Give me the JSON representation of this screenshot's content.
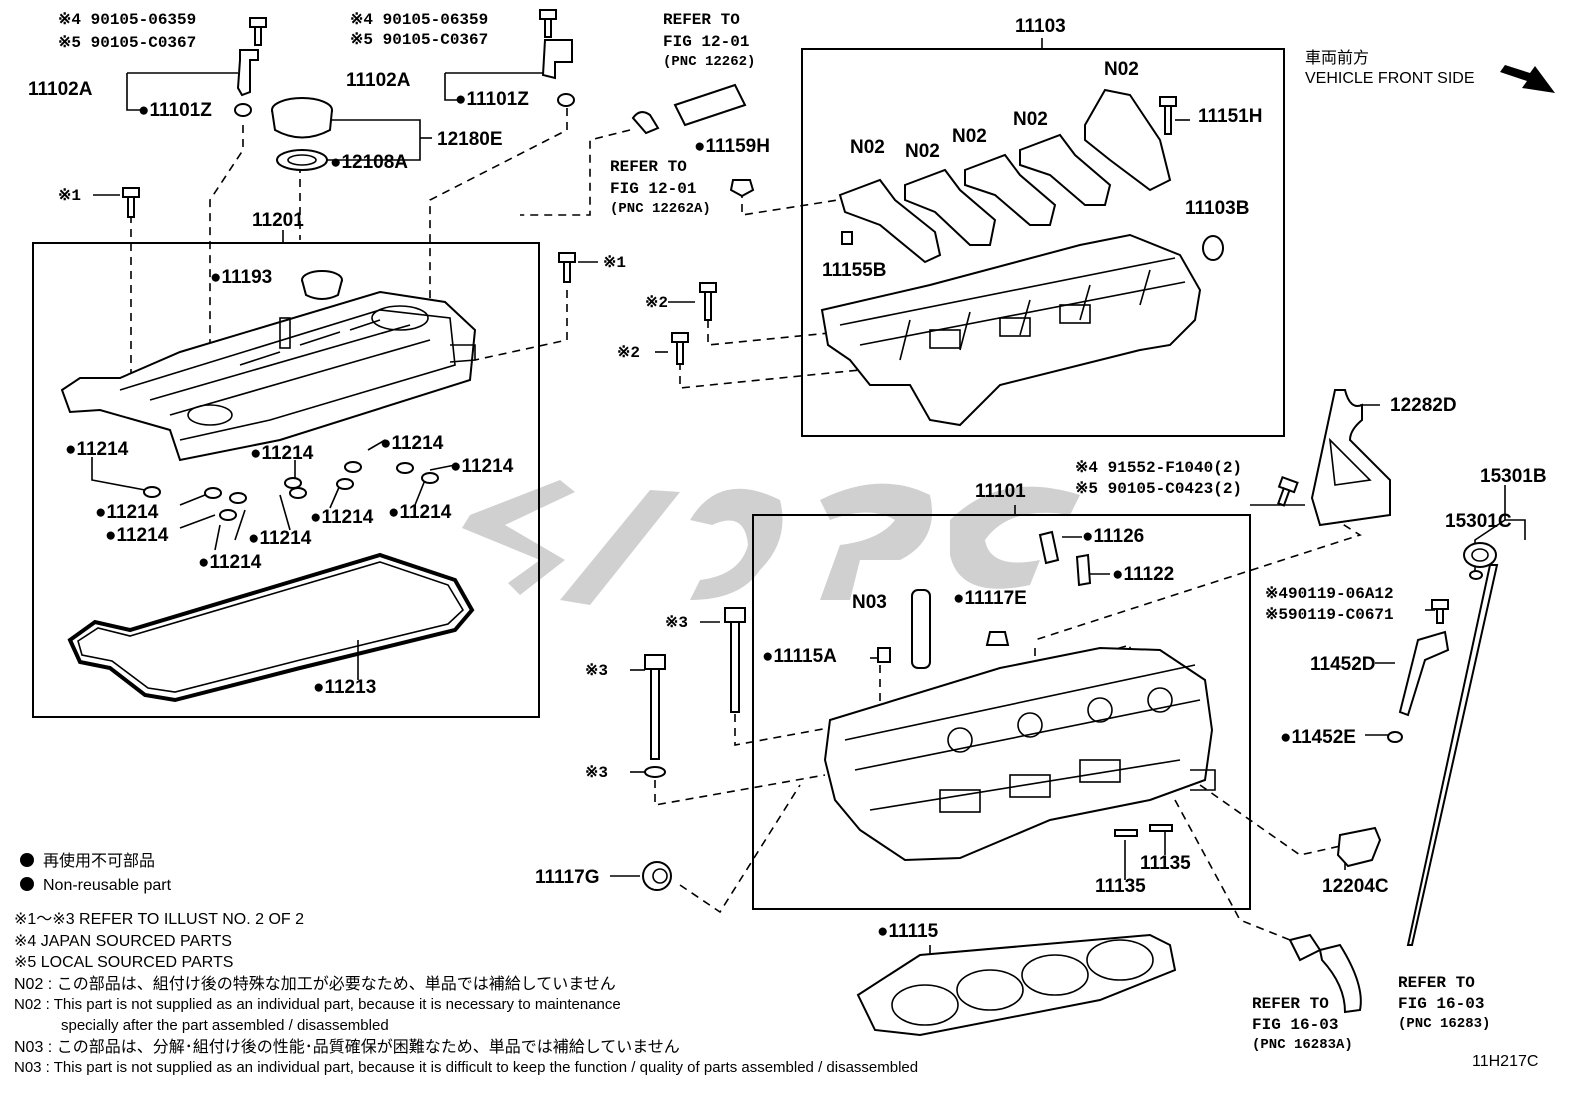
{
  "labels": {
    "s4_a": "※4 90105-06359",
    "s5_a": "※5 90105-C0367",
    "s4_b": "※4 90105-06359",
    "s5_b": "※5 90105-C0367",
    "p11102A_a": "11102A",
    "p11102A_b": "11102A",
    "p11101Z_a": "●11101Z",
    "p11101Z_b": "●11101Z",
    "p12180E": "12180E",
    "p12108A": "●12108A",
    "ref1201_title": "REFER TO",
    "ref1201_fig": "FIG 12-01",
    "ref1201_pnc": "(PNC 12262)",
    "ref1201A_title": "REFER TO",
    "ref1201A_fig": "FIG 12-01",
    "ref1201A_pnc": "(PNC 12262A)",
    "p11159H": "●11159H",
    "p11103": "11103",
    "n02_1": "N02",
    "n02_2": "N02",
    "n02_3": "N02",
    "n02_4": "N02",
    "n02_5": "N02",
    "p11151H": "11151H",
    "p11103B": "11103B",
    "p11155B": "11155B",
    "front_jp": "車両前方",
    "front_en": "VEHICLE FRONT SIDE",
    "s1_a": "※1",
    "s1_b": "※1",
    "s2_a": "※2",
    "s2_b": "※2",
    "p11201": "11201",
    "p11193": "●11193",
    "p11214": "●11214",
    "p11213": "●11213",
    "p12282D": "12282D",
    "s4_c": "※4 91552-F1040(2)",
    "s5_c": "※5 90105-C0423(2)",
    "p11101": "11101",
    "p11126": "●11126",
    "p11122": "●11122",
    "n03": "N03",
    "p11117E": "●11117E",
    "p11115A": "●11115A",
    "s3_a": "※3",
    "s3_b": "※3",
    "s3_c": "※3",
    "p15301B": "15301B",
    "p15301C": "15301C",
    "s4_d": "※490119-06A12",
    "s5_d": "※590119-C0671",
    "p11452D": "11452D",
    "p11452E": "●11452E",
    "p12204C": "12204C",
    "p11117G": "11117G",
    "p11135_a": "11135",
    "p11135_b": "11135",
    "p11115": "●11115",
    "ref1603A_title": "REFER TO",
    "ref1603A_fig": "FIG 16-03",
    "ref1603A_pnc": "(PNC 16283A)",
    "ref1603_title": "REFER TO",
    "ref1603_fig": "FIG 16-03",
    "ref1603_pnc": "(PNC 16283)",
    "code": "11H217C"
  },
  "legend": {
    "nonreuse_jp": "再使用不可部品",
    "nonreuse_en": "Non-reusable part"
  },
  "notes": [
    "※1～※3 REFER TO ILLUST NO. 2 OF 2",
    "※4 JAPAN SOURCED PARTS",
    "※5 LOCAL SOURCED PARTS",
    "N02 : この部品は、組付け後の特殊な加工が必要なため、単品では補給していません",
    "N02 : This part is not supplied as an individual part, because it is necessary to maintenance",
    "specially after the part assembled / disassembled",
    "N03 : この部品は、分解･組付け後の性能･品質確保が困難なため、単品では補給していません",
    "N03 : This part is not supplied as an individual part, because it is difficult to keep the function / quality of parts assembled / disassembled"
  ]
}
